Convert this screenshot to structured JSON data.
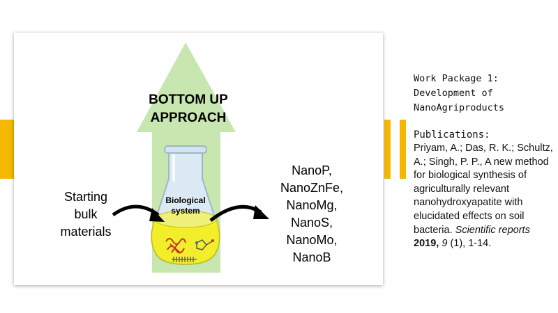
{
  "diagram": {
    "approach_lines": [
      "BOTTOM UP",
      "APPROACH"
    ],
    "flask_label_lines": [
      "Biological",
      "system"
    ],
    "input_lines": [
      "Starting",
      "bulk",
      "materials"
    ],
    "products": [
      "NanoP,",
      "NanoZnFe,",
      "NanoMg,",
      "NanoS,",
      "NanoMo,",
      "NanoB"
    ]
  },
  "side": {
    "work_package_lines": [
      "Work Package 1:",
      "Development of",
      "NanoAgriproducts"
    ],
    "publications_heading": "Publications:",
    "citation": {
      "authors": "Priyam, A.;  Das, R. K.; Schultz, A.; Singh, P. P., A new method for biological synthesis of agriculturally relevant nanohydroxyapatite with elucidated effects on soil bacteria.",
      "journal": "Scientific reports",
      "year": "2019,",
      "volume": "9",
      "issue_pages": "(1), 1-14."
    }
  },
  "colors": {
    "accent": "#f5b800",
    "arrow_fill": "#c8e6b0",
    "flask_liquid": "#f2ee2a",
    "flask_glass": "#dbe9f4"
  }
}
